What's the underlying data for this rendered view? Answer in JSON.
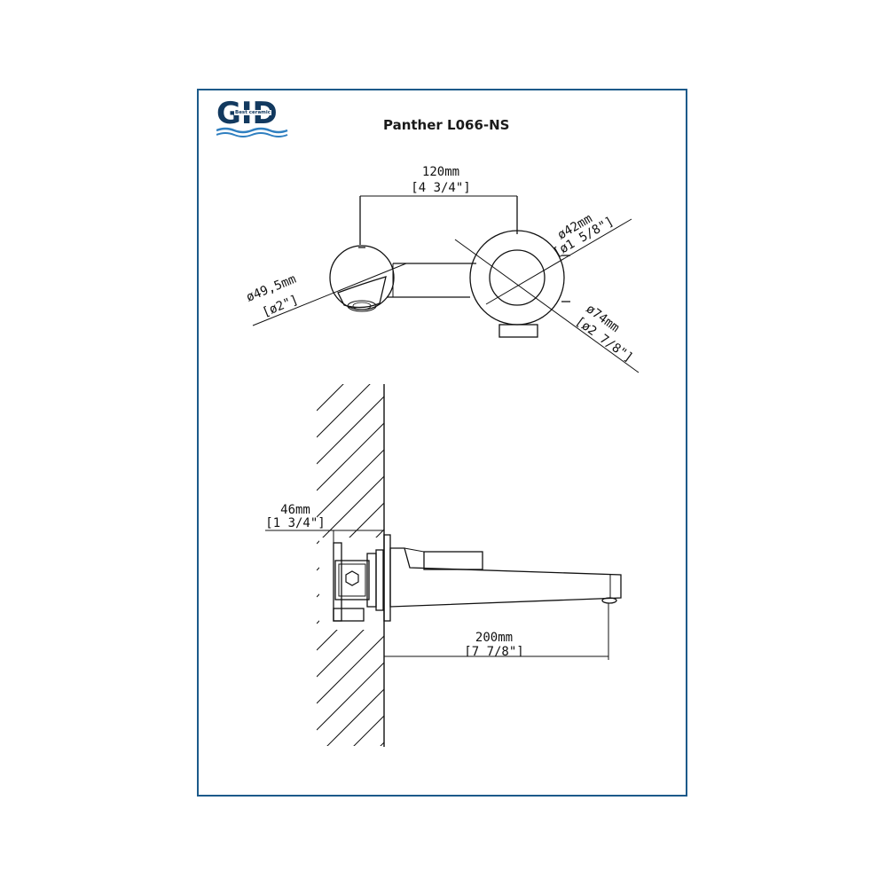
{
  "brand": {
    "logo_text": "GID",
    "logo_subtitle": "Best ceramic"
  },
  "title": "Panther L066-NS",
  "top_view": {
    "spacing_mm": "120mm",
    "spacing_in": "[4 3/4\"]",
    "handle_diameter_mm": "ø49,5mm",
    "handle_diameter_in": "[ø2\"]",
    "outlet_inner_mm": "ø42mm",
    "outlet_inner_in": "[ø1 5/8\"]",
    "outlet_outer_mm": "ø74mm",
    "outlet_outer_in": "[ø2 7/8\"]"
  },
  "side_view": {
    "depth_mm": "46mm",
    "depth_in": "[1 3/4\"]",
    "spout_length_mm": "200mm",
    "spout_length_in": "[7 7/8\"]"
  },
  "colors": {
    "frame": "#1c5a8a",
    "logo": "#12395f",
    "logo_water": "#2f7fc0",
    "line": "#111111"
  }
}
